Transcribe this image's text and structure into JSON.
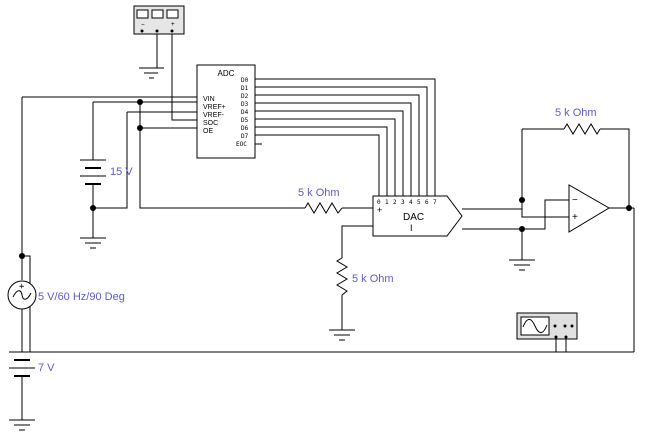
{
  "adc": {
    "title": "ADC",
    "inputs": [
      "VIN",
      "VREF+",
      "VREF-",
      "SOC",
      "OE"
    ],
    "outputs": [
      "D0",
      "D1",
      "D2",
      "D3",
      "D4",
      "D5",
      "D6",
      "D7",
      "EOC"
    ]
  },
  "dac": {
    "title": "DAC",
    "bit_labels": [
      "0",
      "1",
      "2",
      "3",
      "4",
      "5",
      "6",
      "7"
    ],
    "plus": "+",
    "current_label": "I"
  },
  "opamp": {
    "minus": "−",
    "plus": "+"
  },
  "labels": {
    "resistor_feedback": "5 k Ohm",
    "resistor_input": "5 k Ohm",
    "resistor_ground": "5 k Ohm",
    "battery_vref": "15 V",
    "battery_offset": "7 V",
    "ac_source": "5 V/60 Hz/90 Deg",
    "ac_plus": "+"
  },
  "word_generator": {
    "pins": [
      "−",
      "+"
    ]
  }
}
